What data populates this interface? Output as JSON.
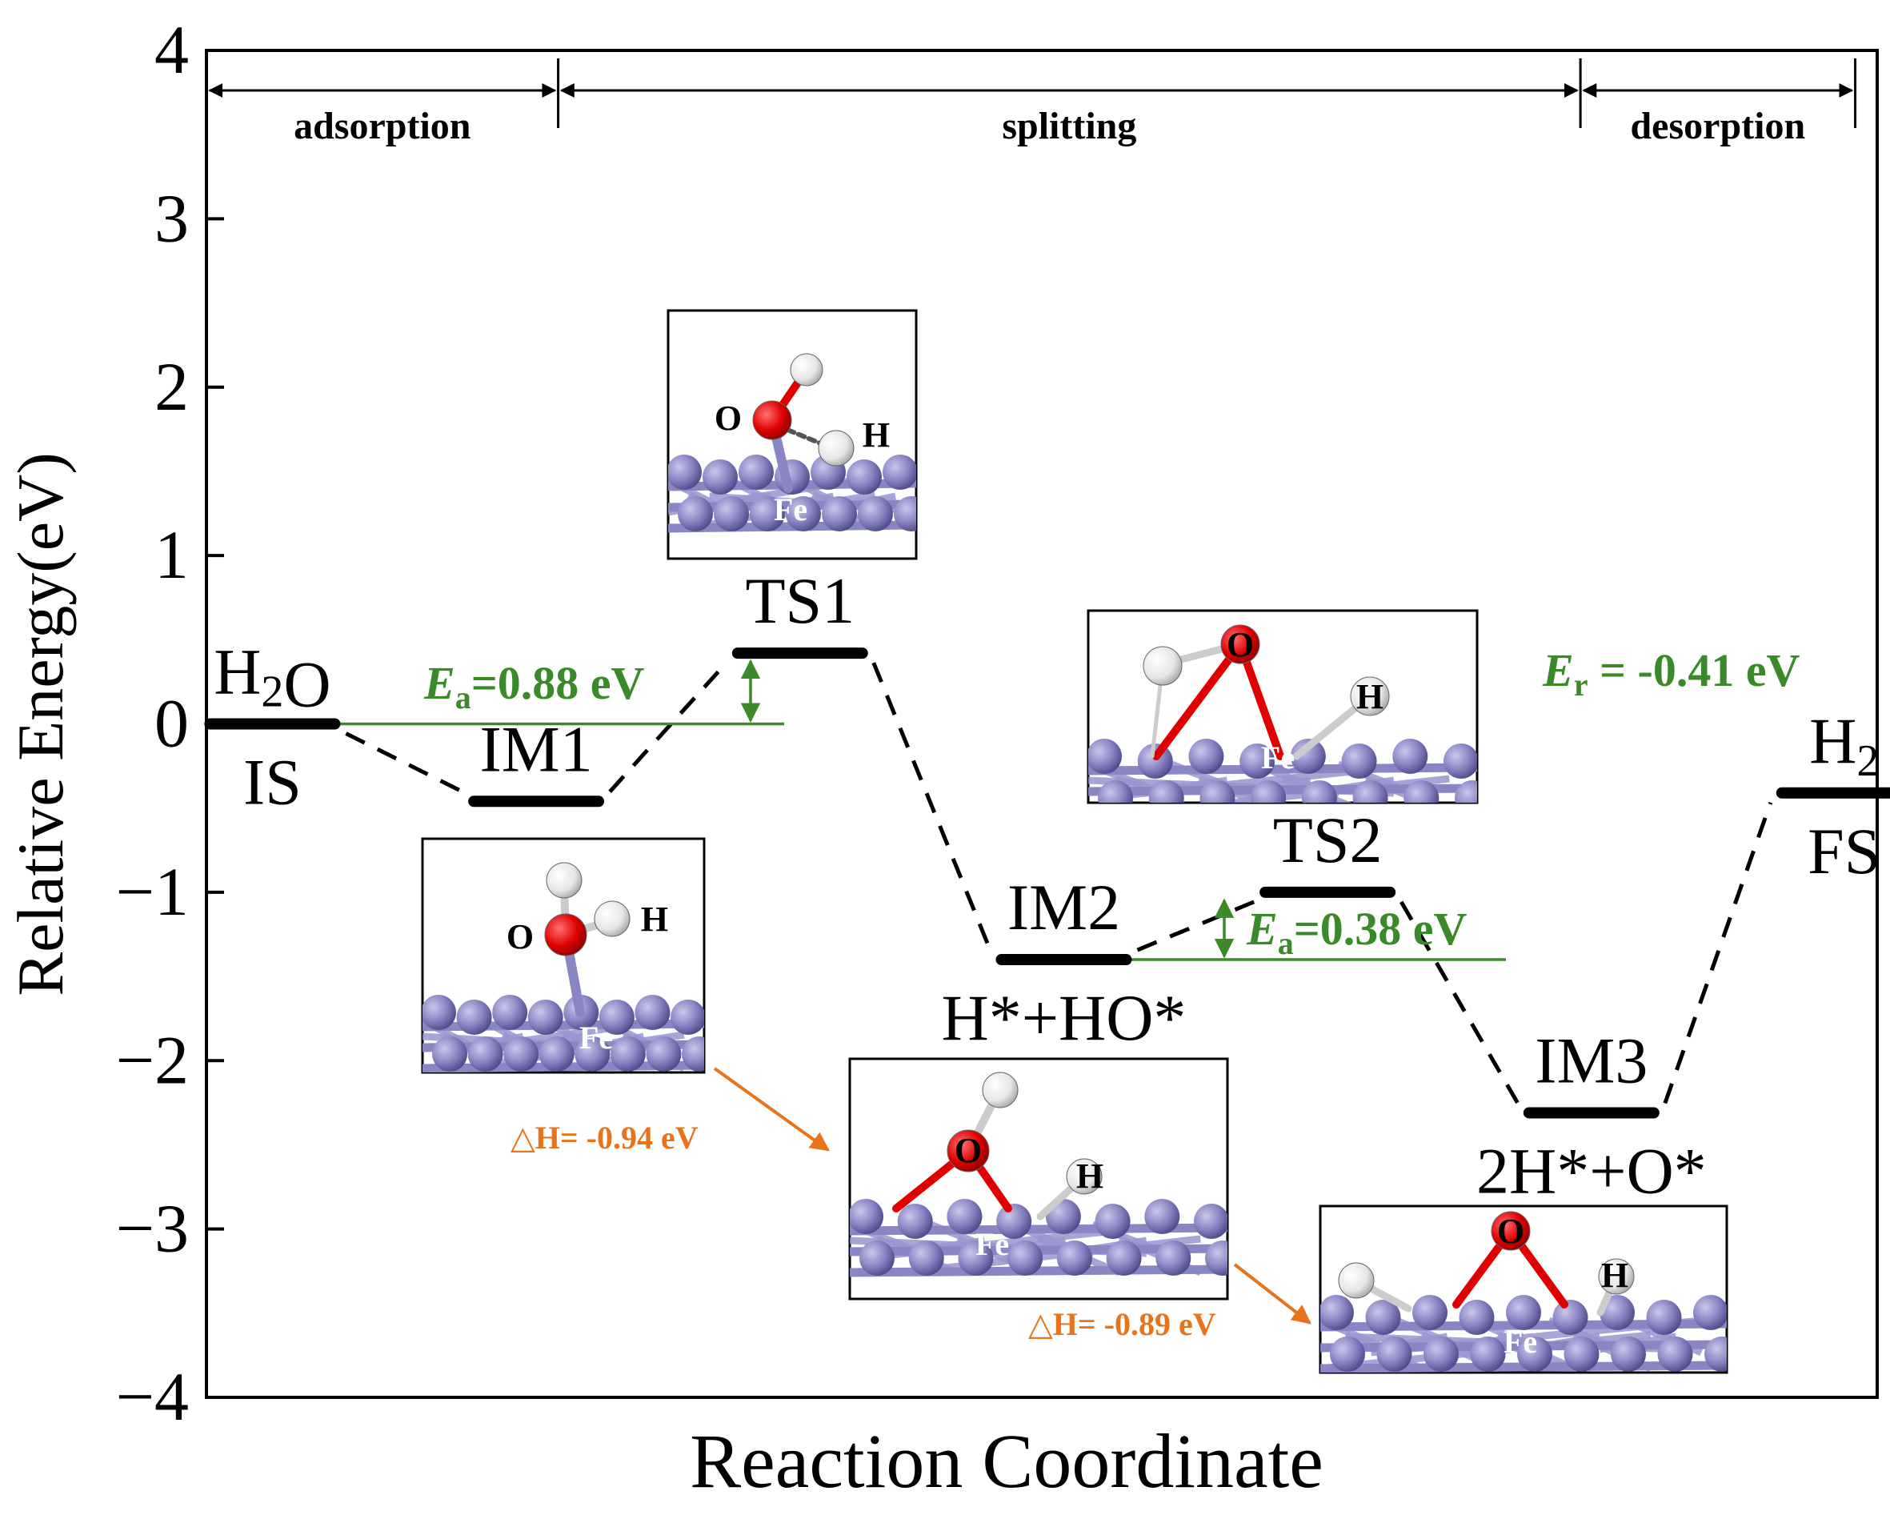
{
  "chart_data": {
    "type": "energy-profile",
    "ylabel": "Relative Energy(eV)",
    "xlabel": "Reaction Coordinate",
    "ylim": [
      -4,
      4
    ],
    "yticks": [
      4,
      3,
      2,
      1,
      0,
      -1,
      -2,
      -3,
      -4
    ],
    "ytick_labels": [
      "4",
      "3",
      "2",
      "1",
      "0",
      "−1",
      "−2",
      "−3",
      "−4"
    ],
    "stages": [
      {
        "label": "adsorption",
        "from": 0.5,
        "to": 2.1
      },
      {
        "label": "splitting",
        "from": 2.1,
        "to": 6.75
      },
      {
        "label": "desorption",
        "from": 6.75,
        "to": 8.0
      }
    ],
    "levels": [
      {
        "id": "IS",
        "x": 0.8,
        "energy": 0.0,
        "top_label": "H2O",
        "bottom_label": "IS"
      },
      {
        "id": "IM1",
        "x": 2.0,
        "energy": -0.46,
        "top_label": "IM1",
        "bottom_label": ""
      },
      {
        "id": "TS1",
        "x": 3.2,
        "energy": 0.42,
        "top_label": "TS1",
        "bottom_label": ""
      },
      {
        "id": "IM2",
        "x": 4.4,
        "energy": -1.4,
        "top_label": "IM2",
        "bottom_label": "H*+HO*"
      },
      {
        "id": "TS2",
        "x": 5.6,
        "energy": -1.0,
        "top_label": "TS2",
        "bottom_label": ""
      },
      {
        "id": "IM3",
        "x": 6.8,
        "energy": -2.31,
        "top_label": "IM3",
        "bottom_label": "2H*+O*"
      },
      {
        "id": "FS",
        "x": 7.95,
        "energy": -0.41,
        "top_label": "H2",
        "bottom_label": "FS"
      }
    ],
    "annotations": {
      "ea1": {
        "italic": "E",
        "sub": "a",
        "text": "=0.88 eV",
        "value": 0.88
      },
      "ea2": {
        "italic": "E",
        "sub": "a",
        "text": "=0.38 eV",
        "value": 0.38
      },
      "er": {
        "italic": "E",
        "sub": "r",
        "text": " = -0.41 eV",
        "value": -0.41
      },
      "dh1": {
        "text": "△H= -0.94 eV",
        "value": -0.94
      },
      "dh2": {
        "text": "△H= -0.89 eV",
        "value": -0.89
      }
    },
    "structure_atom_labels": {
      "o": "O",
      "h": "H",
      "fe": "Fe"
    }
  },
  "colors": {
    "level": "#000000",
    "connector": "#000000",
    "barrier": "#3a8a2a",
    "enthalpy": "#e8731a",
    "fe_atom": "#8a86c4",
    "o_atom": "#e00000",
    "h_atom": "#f4f4f4"
  }
}
